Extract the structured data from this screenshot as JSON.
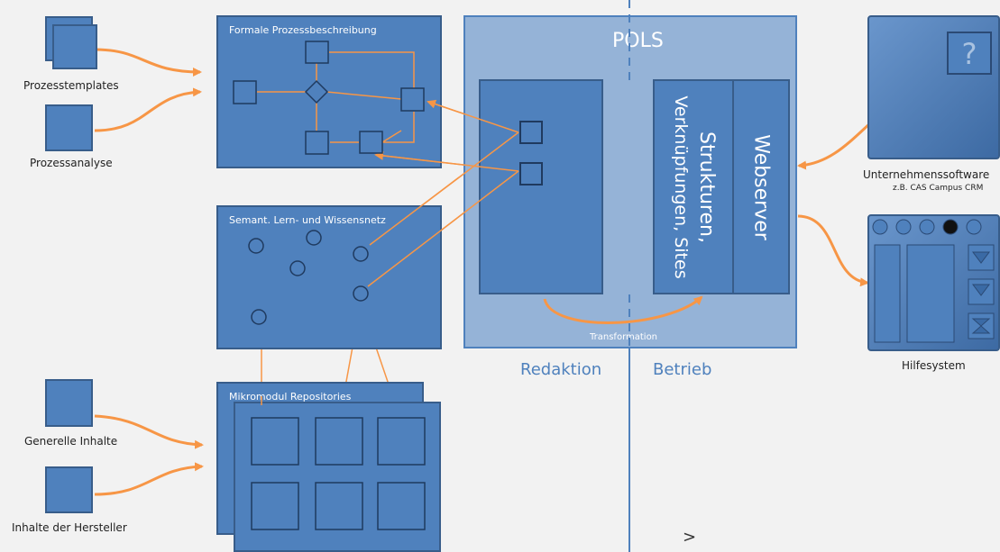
{
  "left_inputs": {
    "prozesstemplates": "Prozesstemplates",
    "prozessanalyse": "Prozessanalyse",
    "generelle_inhalte": "Generelle Inhalte",
    "inhalte_hersteller": "Inhalte der Hersteller"
  },
  "panels": {
    "formal": "Formale Prozessbeschreibung",
    "semantic": "Semant. Lern- und Wissensnetz",
    "mikromodul": "Mikromodul Repositories"
  },
  "pols": {
    "title": "POLS",
    "strukturen_line1": "Strukturen,",
    "strukturen_line2": "Verknüpfungen, Sites",
    "webserver": "Webserver",
    "transformation": "Transformation"
  },
  "zones": {
    "redaktion": "Redaktion",
    "betrieb": "Betrieb"
  },
  "right": {
    "unternehmenssoftware": "Unternehmenssoftware",
    "unternehmenssoftware_example": "z.B. CAS Campus CRM",
    "help_icon_glyph": "?",
    "hilfesystem": "Hilfesystem"
  },
  "misc": {
    "cursor_glyph": ">"
  },
  "colors": {
    "box_fill": "#4f81bd",
    "box_border": "#385d8a",
    "pols_bg": "#95b3d7",
    "arrow": "#f79646",
    "zone_text": "#4f81bd",
    "divider": "#4f81bd"
  }
}
